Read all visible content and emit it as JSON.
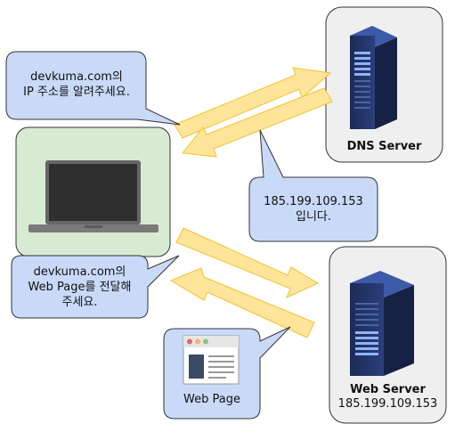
{
  "bubbles": {
    "dns_request": [
      "devkuma.com의",
      "IP 주소를 알려주세요."
    ],
    "dns_reply": [
      "185.199.109.153",
      "입니다."
    ],
    "page_request": [
      "devkuma.com의",
      "Web Page를 전달해",
      "주세요."
    ]
  },
  "servers": {
    "dns": {
      "label": "DNS Server"
    },
    "web": {
      "label": "Web Server",
      "ip": "185.199.109.153"
    }
  },
  "web_page_card": {
    "label": "Web Page"
  },
  "colors": {
    "bubble_fill": "#c9daf8",
    "arrow_fill": "#ffe599",
    "arrow_stroke": "#f1c232",
    "laptop_panel": "#d9ead3",
    "server_panel": "#efefef",
    "server_body": "#1f2f5c"
  }
}
